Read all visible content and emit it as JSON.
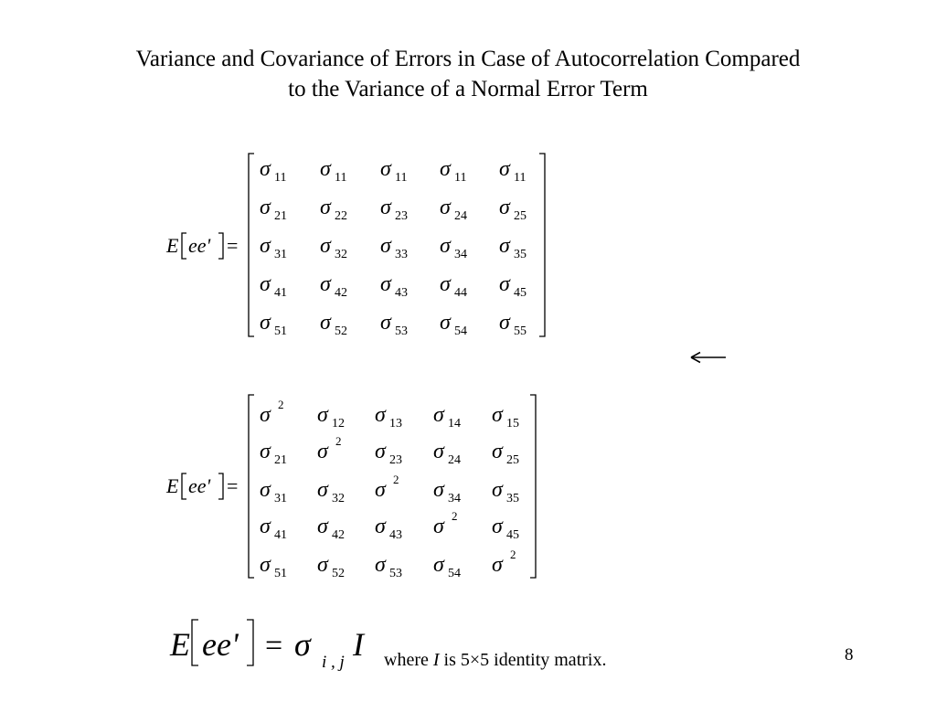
{
  "title": {
    "line1": "Variance and Covariance of Errors in Case of Autocorrelation Compared",
    "line2": "to the Variance of a Normal Error Term"
  },
  "matrix1": {
    "lhs": "E[ee']=",
    "symbol": "σ",
    "rows": [
      [
        "11",
        "11",
        "11",
        "11",
        "11"
      ],
      [
        "21",
        "22",
        "23",
        "24",
        "25"
      ],
      [
        "31",
        "32",
        "33",
        "34",
        "35"
      ],
      [
        "41",
        "42",
        "43",
        "44",
        "45"
      ],
      [
        "51",
        "52",
        "53",
        "54",
        "55"
      ]
    ]
  },
  "matrix2": {
    "lhs": "E[ee']=",
    "symbol": "σ",
    "diagonal_superscript": "2",
    "rows": [
      [
        "2",
        "12",
        "13",
        "14",
        "15"
      ],
      [
        "21",
        "2",
        "23",
        "24",
        "25"
      ],
      [
        "31",
        "32",
        "2",
        "34",
        "35"
      ],
      [
        "41",
        "42",
        "43",
        "2",
        "45"
      ],
      [
        "51",
        "52",
        "53",
        "54",
        "2"
      ]
    ]
  },
  "identity_equation": {
    "lhs_E": "E",
    "lhs_inner": "ee'",
    "equals": "=",
    "sigma": "σ",
    "subscript": "i , j",
    "matrix_symbol": "I"
  },
  "footnote": {
    "prefix": "where ",
    "italic": "I",
    "suffix": " is 5×5 identity matrix."
  },
  "page_number": "8",
  "arrow_glyph": "←"
}
